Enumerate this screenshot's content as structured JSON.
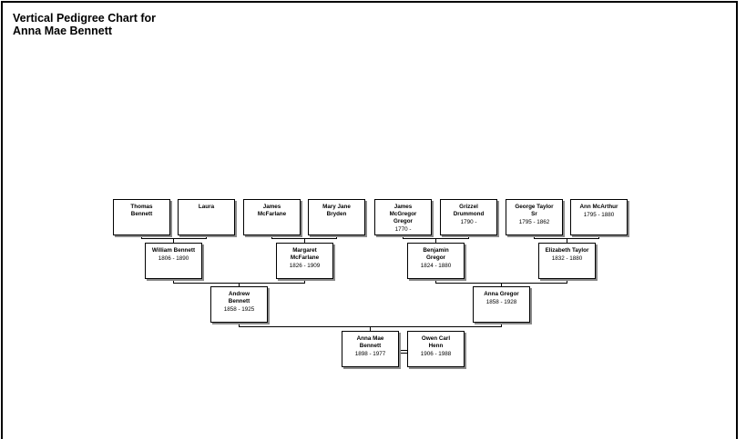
{
  "title": {
    "line1": "Vertical Pedigree Chart for",
    "line2": "Anna Mae Bennett"
  },
  "gen4": [
    {
      "name": "Thomas\nBennett",
      "dates": ""
    },
    {
      "name": "Laura",
      "dates": ""
    },
    {
      "name": "James\nMcFarlane",
      "dates": ""
    },
    {
      "name": "Mary Jane\nBryden",
      "dates": ""
    },
    {
      "name": "James\nMcGregor\nGregor",
      "dates": "1770 -"
    },
    {
      "name": "Grizzel\nDrummond",
      "dates": "1790 -"
    },
    {
      "name": "George Taylor\nSr",
      "dates": "1795 - 1862"
    },
    {
      "name": "Ann McArthur",
      "dates": "1795 - 1880"
    }
  ],
  "gen3": [
    {
      "name": "William Bennett",
      "dates": "1806 - 1890"
    },
    {
      "name": "Margaret\nMcFarlane",
      "dates": "1826 - 1909"
    },
    {
      "name": "Benjamin\nGregor",
      "dates": "1824 - 1880"
    },
    {
      "name": "Elizabeth Taylor",
      "dates": "1832 - 1880"
    }
  ],
  "gen2": [
    {
      "name": "Andrew\nBennett",
      "dates": "1858 - 1925"
    },
    {
      "name": "Anna Gregor",
      "dates": "1858 - 1928"
    }
  ],
  "root": {
    "name": "Anna Mae\nBennett",
    "dates": "1898 - 1977"
  },
  "spouse": {
    "name": "Owen Carl\nHenn",
    "dates": "1906 - 1988"
  }
}
